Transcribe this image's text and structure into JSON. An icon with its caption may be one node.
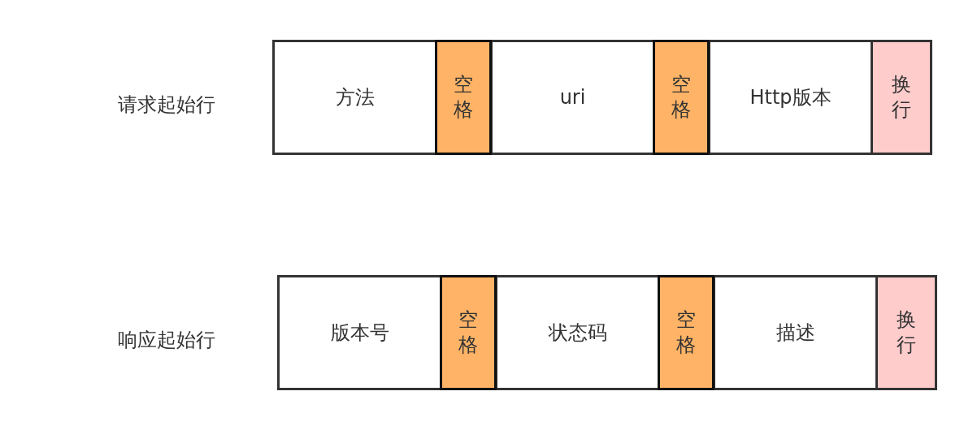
{
  "diagram": {
    "nodes": [
      {
        "text": [
          "方法"
        ]
      },
      {
        "text": [
          "空格"
        ]
      },
      {
        "text": [
          "uri"
        ]
      },
      {
        "text": [
          "空格"
        ]
      },
      {
        "text": [
          "Http版本"
        ]
      },
      {
        "text": [
          "换行"
        ]
      },
      {
        "text": [
          "版本号"
        ]
      },
      {
        "text": [
          "空格"
        ]
      },
      {
        "text": [
          "状态码"
        ]
      },
      {
        "text": [
          "空格"
        ]
      },
      {
        "text": [
          "描述"
        ]
      },
      {
        "text": [
          "换行"
        ]
      }
    ],
    "labels": [
      "请求起始行",
      "响应起始行"
    ]
  }
}
